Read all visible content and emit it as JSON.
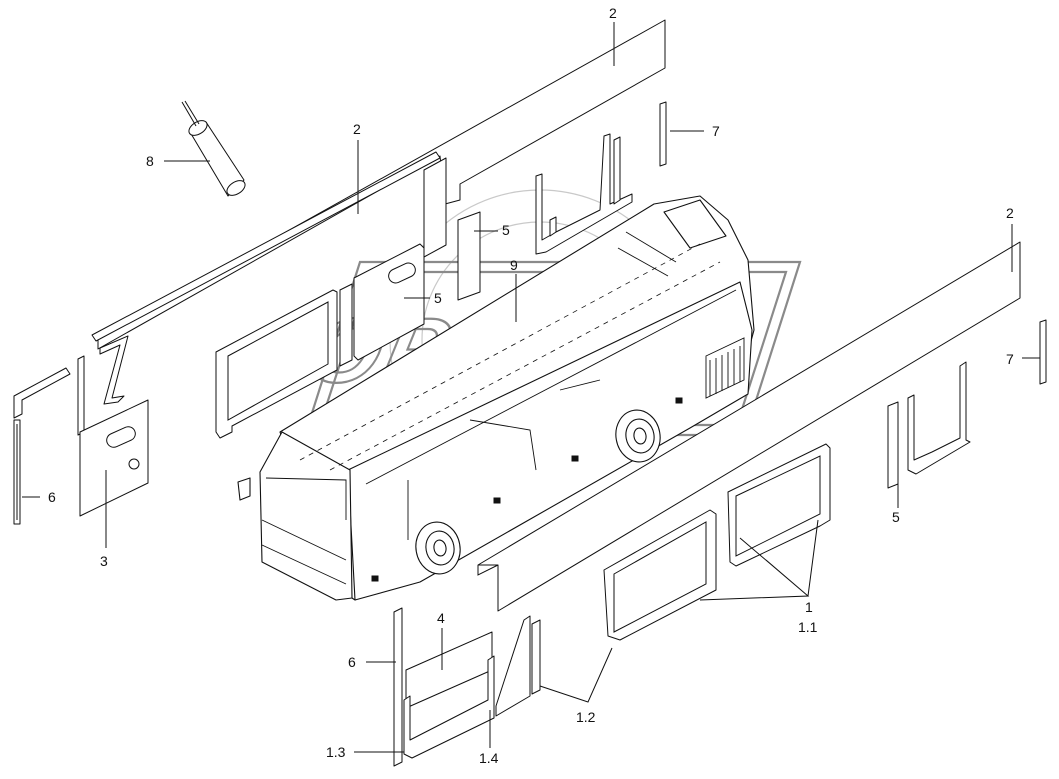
{
  "diagram": {
    "watermark": "OPEX",
    "callouts": {
      "c1": "1",
      "c1_1": "1.1",
      "c1_2": "1.2",
      "c1_3": "1.3",
      "c1_4": "1.4",
      "c2_top": "2",
      "c2_left": "2",
      "c2_right": "2",
      "c3": "3",
      "c4": "4",
      "c5_a": "5",
      "c5_b": "5",
      "c5_c": "5",
      "c6_left": "6",
      "c6_bottom": "6",
      "c7_top": "7",
      "c7_right": "7",
      "c8": "8",
      "c9": "9"
    }
  }
}
